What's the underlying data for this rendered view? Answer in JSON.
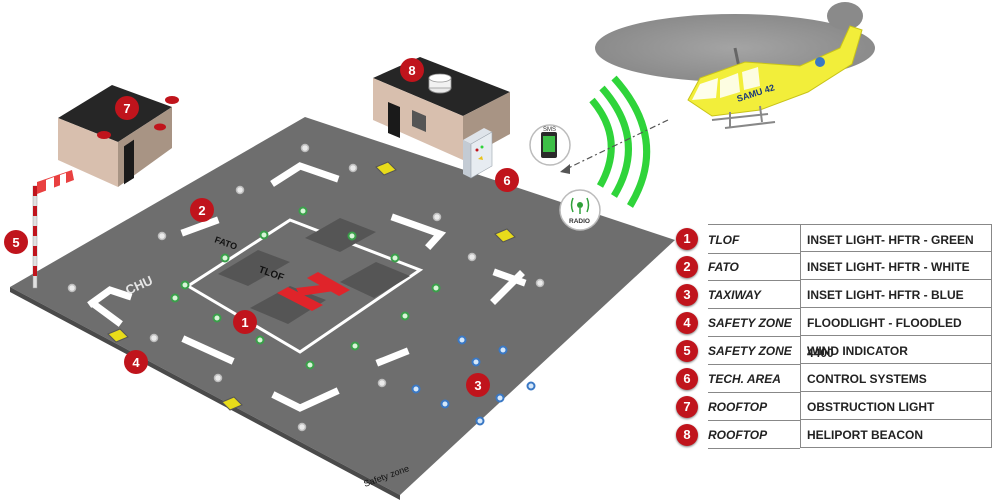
{
  "markers": [
    {
      "id": 1,
      "label": "1"
    },
    {
      "id": 2,
      "label": "2"
    },
    {
      "id": 3,
      "label": "3"
    },
    {
      "id": 4,
      "label": "4"
    },
    {
      "id": 5,
      "label": "5"
    },
    {
      "id": 6,
      "label": "6"
    },
    {
      "id": 7,
      "label": "7"
    },
    {
      "id": 8,
      "label": "8"
    }
  ],
  "pad": {
    "h_letter": "H",
    "tlof_label": "TLOF",
    "fato_label": "FATO",
    "chu_label": "CHU",
    "safety_zone_label": "Safety zone"
  },
  "helicopter": {
    "tail_text": "SAMU 42"
  },
  "comms": {
    "sms_label": "SMS",
    "radio_label": "RADIO"
  },
  "colors": {
    "marker_red": "#c0141c",
    "signal_green": "#2fd43a",
    "helicopter_yellow": "#f2ee3a",
    "pad_gray": "#6e6e6e",
    "h_red": "#e0242a"
  },
  "legend": [
    {
      "num": "1",
      "category": "TLOF",
      "description": "INSET LIGHT- HFTR - GREEN"
    },
    {
      "num": "2",
      "category": "FATO",
      "description": "INSET LIGHT- HFTR - WHITE"
    },
    {
      "num": "3",
      "category": "TAXIWAY",
      "description": "INSET LIGHT- HFTR - BLUE"
    },
    {
      "num": "4",
      "category": "SAFETY ZONE",
      "description": "FLOODLIGHT - FLOODLED 4400"
    },
    {
      "num": "5",
      "category": "SAFETY ZONE",
      "description": "WIND INDICATOR"
    },
    {
      "num": "6",
      "category": "TECH. AREA",
      "description": "CONTROL SYSTEMS"
    },
    {
      "num": "7",
      "category": "ROOFTOP",
      "description": "OBSTRUCTION LIGHT"
    },
    {
      "num": "8",
      "category": "ROOFTOP",
      "description": "HELIPORT BEACON"
    }
  ]
}
